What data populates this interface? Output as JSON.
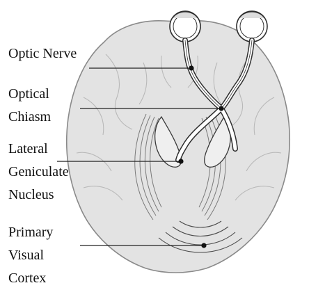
{
  "labels": {
    "optic_nerve": [
      "Optic Nerve"
    ],
    "optical_chiasm": [
      "Optical",
      "Chiasm"
    ],
    "lgn": [
      "Lateral",
      "Geniculate",
      "Nucleus"
    ],
    "visual_cortex": [
      "Primary",
      "Visual",
      "Cortex"
    ]
  },
  "colors": {
    "brain_fill": "#e3e3e3",
    "outline": "#8a8a8a",
    "tract_fill": "#ffffff",
    "tract_stroke": "#2f2f2f",
    "text": "#111111"
  }
}
